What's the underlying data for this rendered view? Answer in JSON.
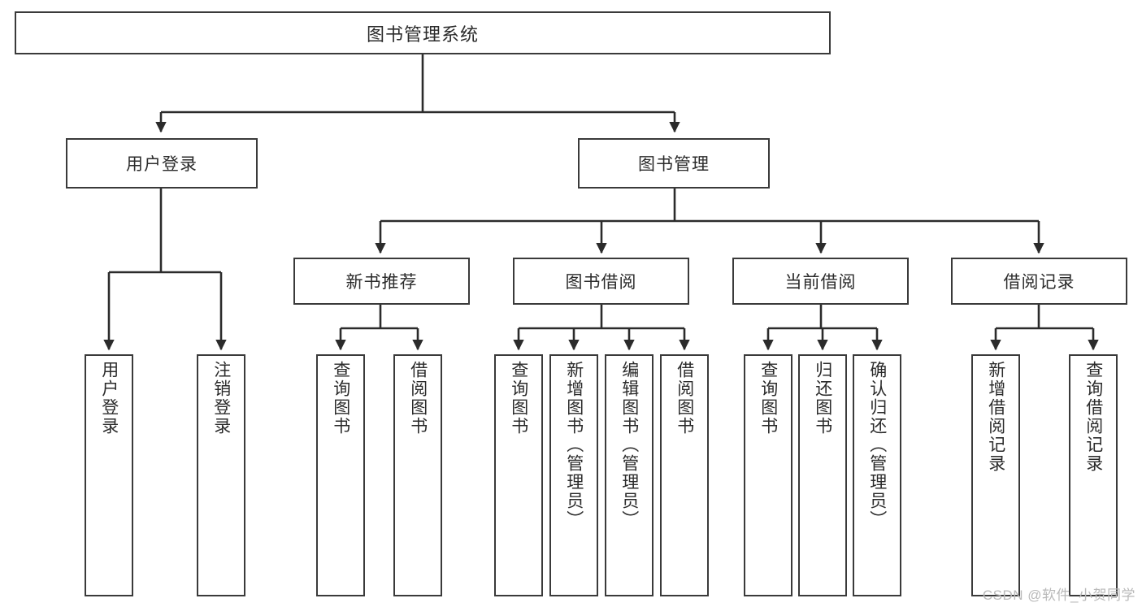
{
  "diagram": {
    "title": "图书管理系统",
    "type": "tree-hierarchy",
    "watermark": "CSDN @软件_小贺同学",
    "colors": {
      "background": "#ffffff",
      "box_border": "#3a3a3a",
      "connector": "#2b2b2b",
      "text": "#2b2b2b",
      "watermark": "#b9b9b9"
    }
  },
  "nodes": {
    "root": {
      "label": "图书管理系统"
    },
    "level2": [
      {
        "label": "用户登录"
      },
      {
        "label": "图书管理"
      }
    ],
    "level3": [
      {
        "label": "新书推荐"
      },
      {
        "label": "图书借阅"
      },
      {
        "label": "当前借阅"
      },
      {
        "label": "借阅记录"
      }
    ],
    "leaves": {
      "user_login": [
        {
          "label": "用户登录"
        },
        {
          "label": "注销登录"
        }
      ],
      "new_book_recommend": [
        {
          "label": "查询图书"
        },
        {
          "label": "借阅图书"
        }
      ],
      "book_borrow": [
        {
          "label": "查询图书"
        },
        {
          "label": "新增图书（管理员）"
        },
        {
          "label": "编辑图书（管理员）"
        },
        {
          "label": "借阅图书"
        }
      ],
      "current_borrow": [
        {
          "label": "查询图书"
        },
        {
          "label": "归还图书"
        },
        {
          "label": "确认归还（管理员）"
        }
      ],
      "borrow_record": [
        {
          "label": "新增借阅记录"
        },
        {
          "label": "查询借阅记录"
        }
      ]
    }
  },
  "chart_data": {
    "type": "tree",
    "title": "图书管理系统",
    "tree": {
      "name": "图书管理系统",
      "children": [
        {
          "name": "用户登录",
          "children": [
            {
              "name": "用户登录"
            },
            {
              "name": "注销登录"
            }
          ]
        },
        {
          "name": "图书管理",
          "children": [
            {
              "name": "新书推荐",
              "children": [
                {
                  "name": "查询图书"
                },
                {
                  "name": "借阅图书"
                }
              ]
            },
            {
              "name": "图书借阅",
              "children": [
                {
                  "name": "查询图书"
                },
                {
                  "name": "新增图书（管理员）"
                },
                {
                  "name": "编辑图书（管理员）"
                },
                {
                  "name": "借阅图书"
                }
              ]
            },
            {
              "name": "当前借阅",
              "children": [
                {
                  "name": "查询图书"
                },
                {
                  "name": "归还图书"
                },
                {
                  "name": "确认归还（管理员）"
                }
              ]
            },
            {
              "name": "借阅记录",
              "children": [
                {
                  "name": "新增借阅记录"
                },
                {
                  "name": "查询借阅记录"
                }
              ]
            }
          ]
        }
      ]
    }
  }
}
